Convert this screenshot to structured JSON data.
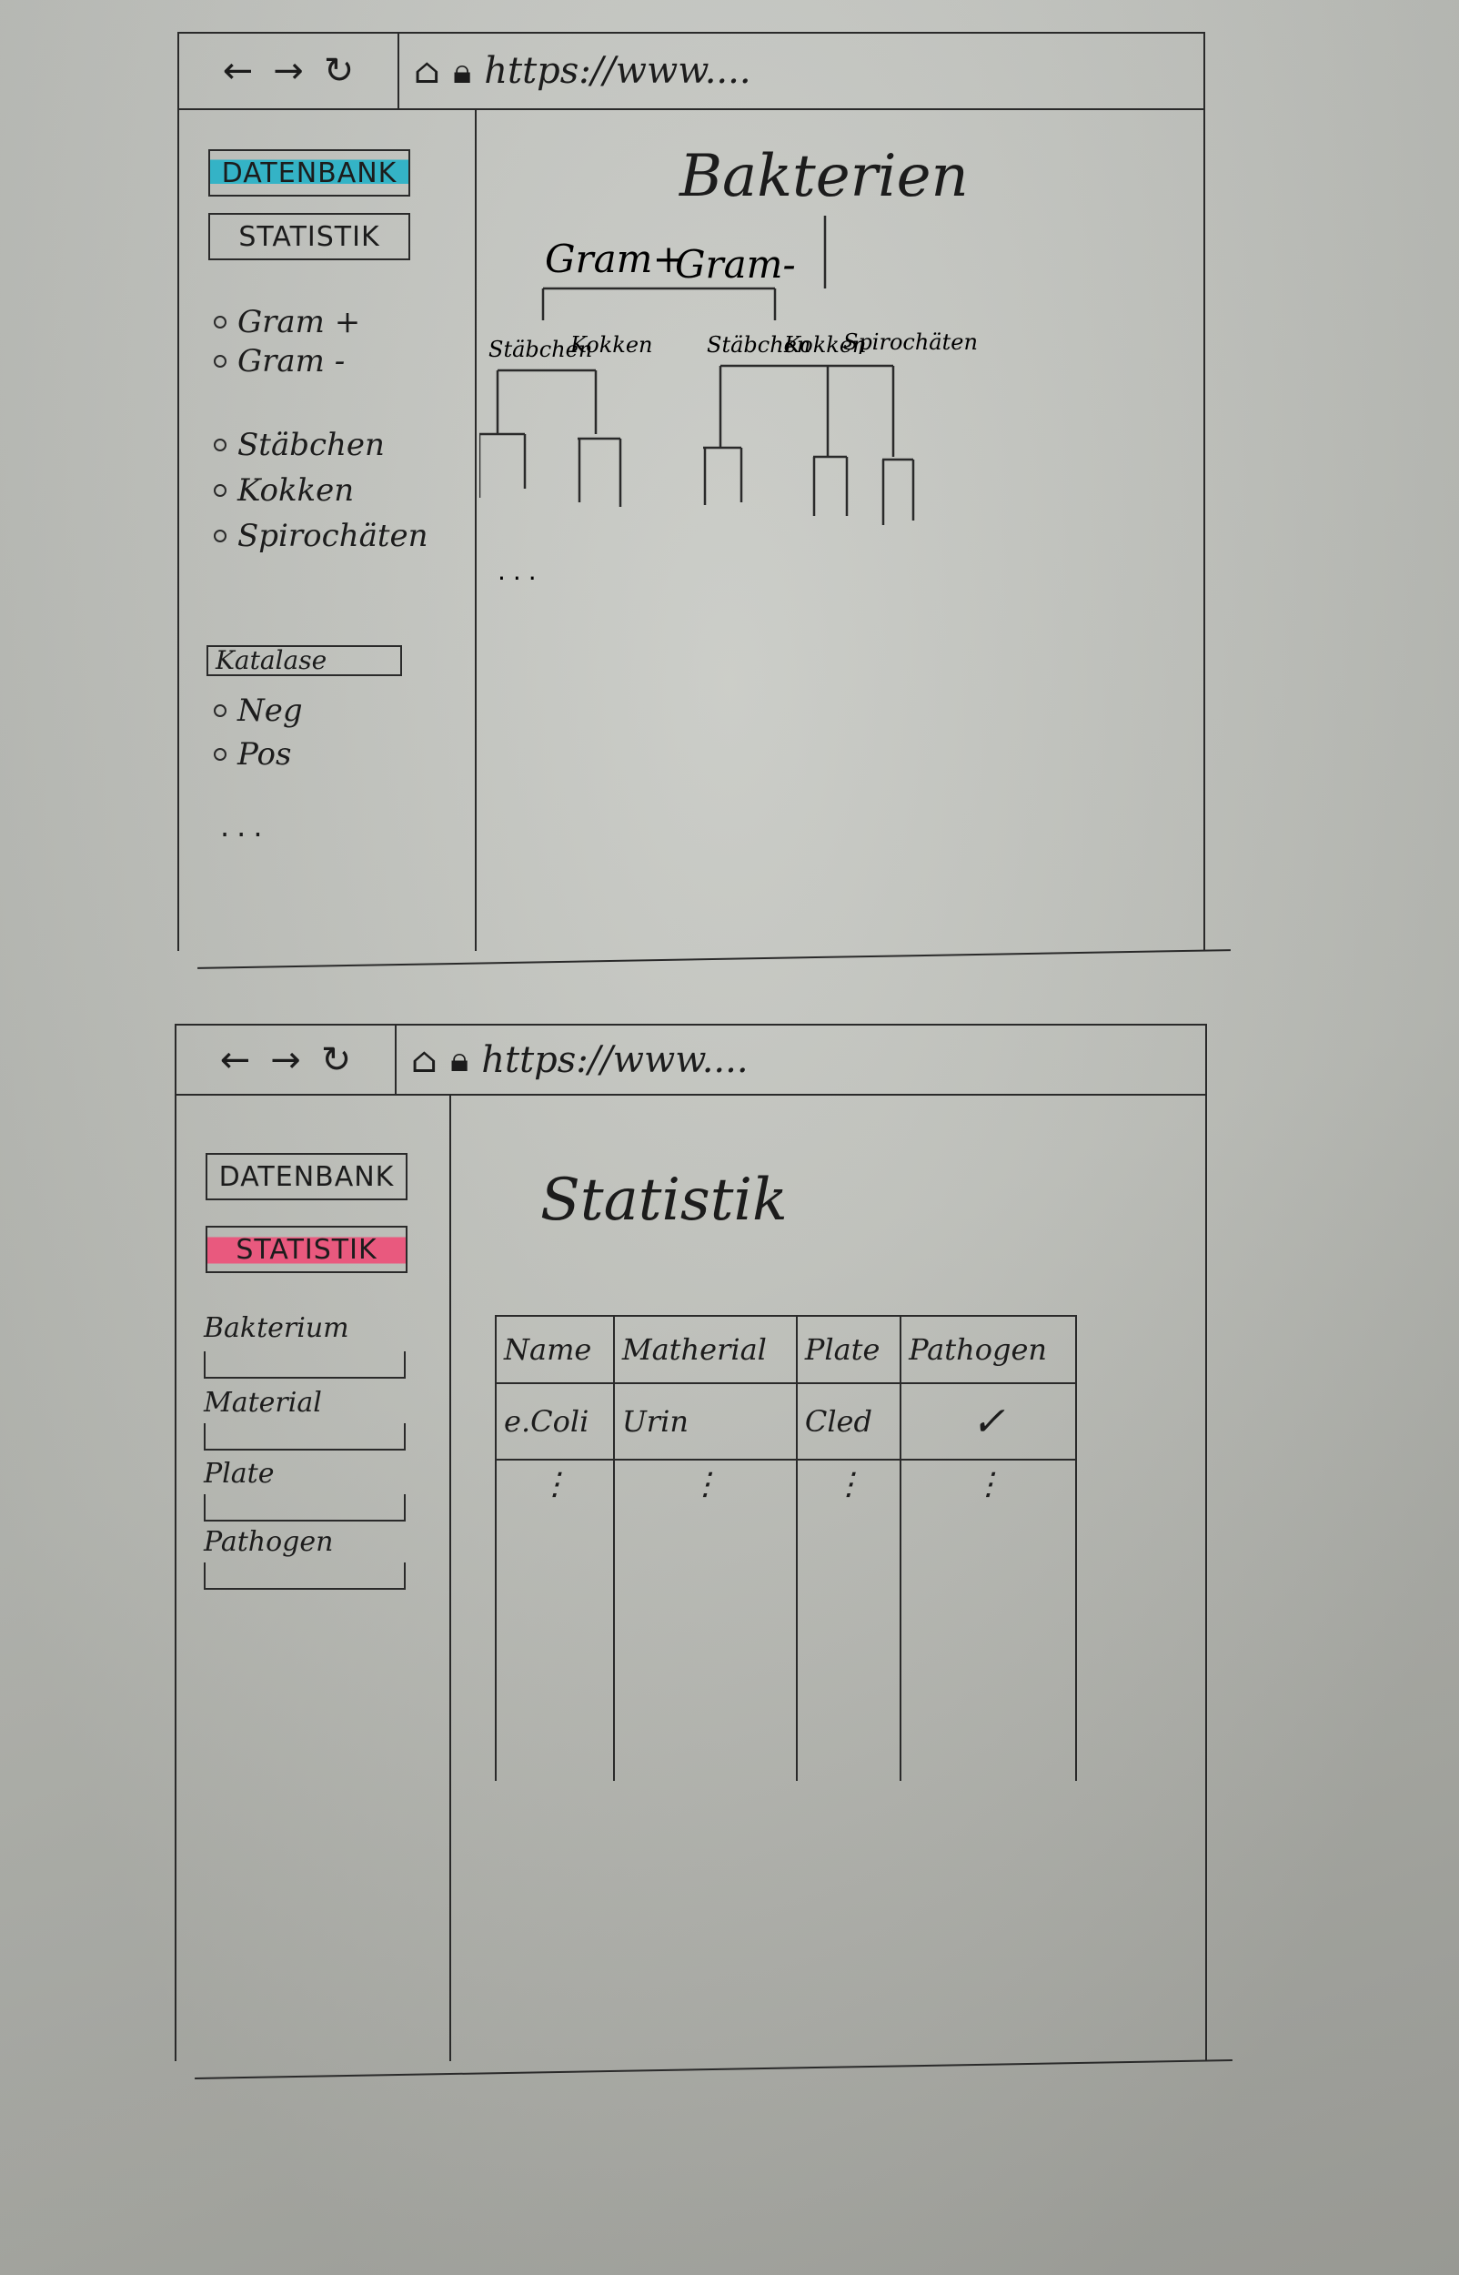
{
  "sketch1": {
    "browser": {
      "back": "←",
      "forward": "→",
      "reload": "↻",
      "home_icon": "home-icon",
      "lock_icon": "lock-icon",
      "url": "https://www...."
    },
    "sidebar": {
      "tabs": [
        {
          "label": "DATENBANK",
          "active": true,
          "highlight": "#34b3c6"
        },
        {
          "label": "STATISTIK",
          "active": false
        }
      ],
      "gram_options": [
        "Gram +",
        "Gram -"
      ],
      "shape_options": [
        "Stäbchen",
        "Kokken",
        "Spirochäten"
      ],
      "filter_label": "Katalase",
      "katalase_options": [
        "Neg",
        "Pos"
      ],
      "more": "..."
    },
    "main": {
      "title": "Bakterien",
      "tree": {
        "level1": [
          "Gram+",
          "Gram-"
        ],
        "gram_pos_children": [
          "Stäbchen",
          "Kokken"
        ],
        "gram_neg_children": [
          "Stäbchen",
          "Kokken",
          "Spirochäten"
        ],
        "more": "..."
      }
    }
  },
  "sketch2": {
    "browser": {
      "back": "←",
      "forward": "→",
      "reload": "↻",
      "home_icon": "home-icon",
      "lock_icon": "lock-icon",
      "url": "https://www...."
    },
    "sidebar": {
      "tabs": [
        {
          "label": "DATENBANK",
          "active": false
        },
        {
          "label": "STATISTIK",
          "active": true,
          "highlight": "#e9597e"
        }
      ],
      "fields": [
        "Bakterium",
        "Material",
        "Plate",
        "Pathogen"
      ]
    },
    "main": {
      "title": "Statistik",
      "table": {
        "headers": [
          "Name",
          "Matherial",
          "Plate",
          "Pathogen"
        ],
        "rows": [
          [
            "e.Coli",
            "Urin",
            "Cled",
            "✓"
          ]
        ],
        "more": [
          "⋮",
          "⋮",
          "⋮",
          "⋮"
        ]
      }
    }
  }
}
